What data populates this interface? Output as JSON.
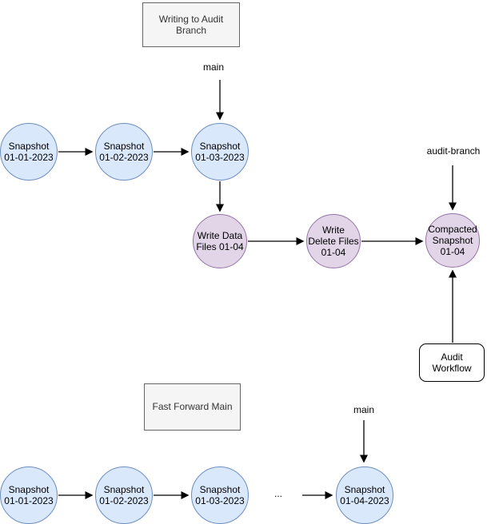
{
  "colors": {
    "snapshot_fill": "#dae8fc",
    "snapshot_border": "#6c8ebf",
    "write_fill": "#e1d5e7",
    "write_border": "#9673a6",
    "title_box_fill": "#f5f5f5",
    "title_box_border": "#666666",
    "title_text": "#333333",
    "workflow_fill": "#ffffff",
    "workflow_border": "#000000",
    "arrow": "#000000"
  },
  "section1": {
    "title": "Writing to Audit Branch",
    "main_label": "main",
    "audit_branch_label": "audit-branch",
    "snapshot1": "Snapshot\n01-01-2023",
    "snapshot2": "Snapshot\n01-02-2023",
    "snapshot3": "Snapshot\n01-03-2023",
    "write_data": "Write Data\nFiles 01-04",
    "write_delete": "Write\nDelete Files\n01-04",
    "compacted": "Compacted\nSnapshot\n01-04",
    "audit_workflow": "Audit\nWorkflow"
  },
  "section2": {
    "title": "Fast Forward Main",
    "main_label": "main",
    "snapshot1": "Snapshot\n01-01-2023",
    "snapshot2": "Snapshot\n01-02-2023",
    "snapshot3": "Snapshot\n01-03-2023",
    "ellipsis": "...",
    "snapshot4": "Snapshot\n01-04-2023"
  }
}
